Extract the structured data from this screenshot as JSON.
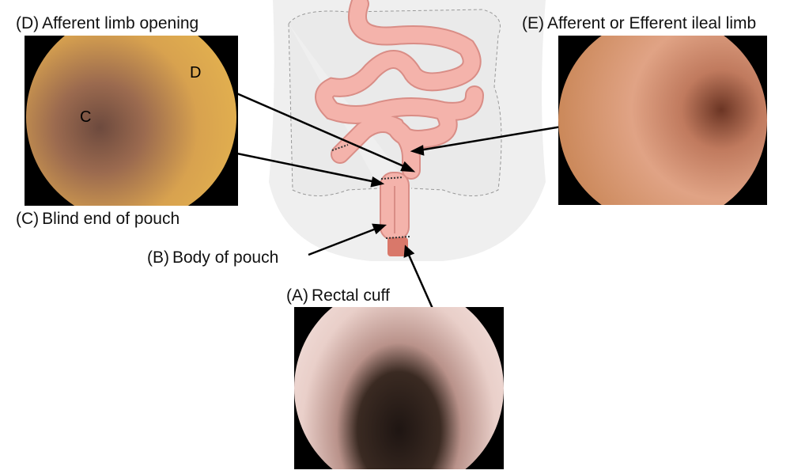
{
  "labels": {
    "d": {
      "prefix": "(D)",
      "text": "Afferent limb opening"
    },
    "c": {
      "prefix": "(C)",
      "text": "Blind end of pouch"
    },
    "b": {
      "prefix": "(B)",
      "text": "Body of pouch"
    },
    "a": {
      "prefix": "(A)",
      "text": "Rectal cuff"
    },
    "e": {
      "prefix": "(E)",
      "text": "Afferent or Efferent ileal limb"
    }
  },
  "photo_markers": {
    "d": "D",
    "c": "C"
  },
  "colors": {
    "intestine": "#f4b3ab",
    "intestine_edge": "#d98d86",
    "silhouette": "#eeeeee",
    "colon_outline": "#999999",
    "cuff": "#d9786a"
  }
}
